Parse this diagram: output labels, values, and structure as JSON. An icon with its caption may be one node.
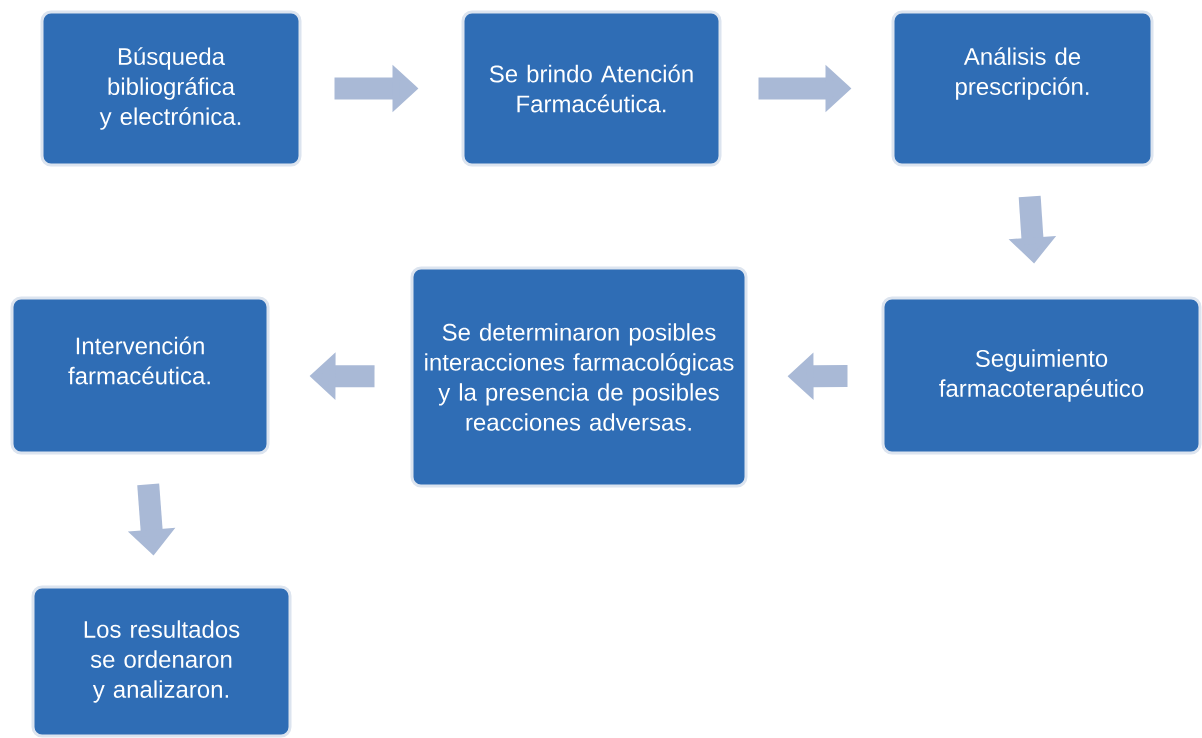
{
  "diagram": {
    "nodes": [
      {
        "text": [
          "Búsqueda bibliográfica y electrónica."
        ]
      },
      {
        "text": [
          "Se brindo Atención Farmacéutica."
        ]
      },
      {
        "text": [
          "Análisis de prescripción."
        ]
      },
      {
        "text": [
          "Seguimiento farmacoterapéutico"
        ]
      },
      {
        "text": [
          "Se determinaron posibles interacciones farmacológicas y la presencia de posibles reacciones adversas."
        ]
      },
      {
        "text": [
          "Intervención farmacéutica."
        ]
      },
      {
        "text": [
          "Los resultados se ordenaron y analizaron."
        ]
      }
    ],
    "edges": [
      {
        "from": 0,
        "to": 1,
        "arrow": "to"
      },
      {
        "from": 1,
        "to": 2,
        "arrow": "to"
      },
      {
        "from": 2,
        "to": 3,
        "arrow": "to"
      },
      {
        "from": 3,
        "to": 4,
        "arrow": "to"
      },
      {
        "from": 4,
        "to": 5,
        "arrow": "to"
      },
      {
        "from": 5,
        "to": 6,
        "arrow": "to"
      }
    ]
  }
}
